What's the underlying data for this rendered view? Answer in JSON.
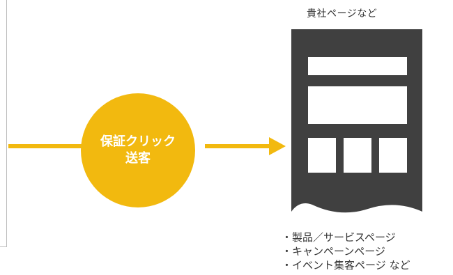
{
  "circle": {
    "line1": "保証クリック",
    "line2": "送客"
  },
  "destination": {
    "title": "貴社ページなど",
    "examples": [
      "・製品／サービスページ",
      "・キャンペーンページ",
      "・イベント集客ページ など"
    ]
  },
  "colors": {
    "accent": "#f2b90f",
    "document": "#404040",
    "text": "#333333"
  }
}
